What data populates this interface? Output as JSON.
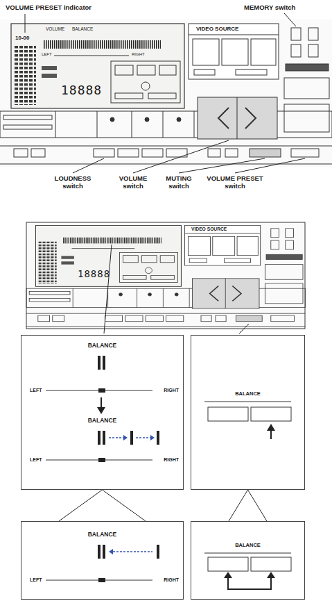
{
  "diagram": {
    "nodes": [
      {
        "text": [
          "BALANCE",
          "LEFT",
          "RIGHT",
          "BALANCE",
          "LEFT",
          "RIGHT"
        ]
      },
      {
        "text": [
          "BALANCE"
        ]
      },
      {
        "text": [
          "BALANCE",
          "LEFT",
          "RIGHT"
        ]
      },
      {
        "text": [
          "BALANCE"
        ]
      }
    ],
    "edges": [
      {
        "from": 0,
        "to": 2,
        "arrow": "none"
      },
      {
        "from": 1,
        "to": 3,
        "arrow": "none"
      }
    ],
    "labels": [
      "VOLUME PRESET indicator",
      "MEMORY switch",
      "VOLUME",
      "BALANCE",
      "10-00",
      "LEFT",
      "RIGHT",
      "18888",
      "VIDEO SOURCE",
      "LOUDNESS switch",
      "VOLUME switch",
      "MUTING switch",
      "VOLUME PRESET switch",
      "VIDEO SOURCE",
      "18888"
    ]
  }
}
